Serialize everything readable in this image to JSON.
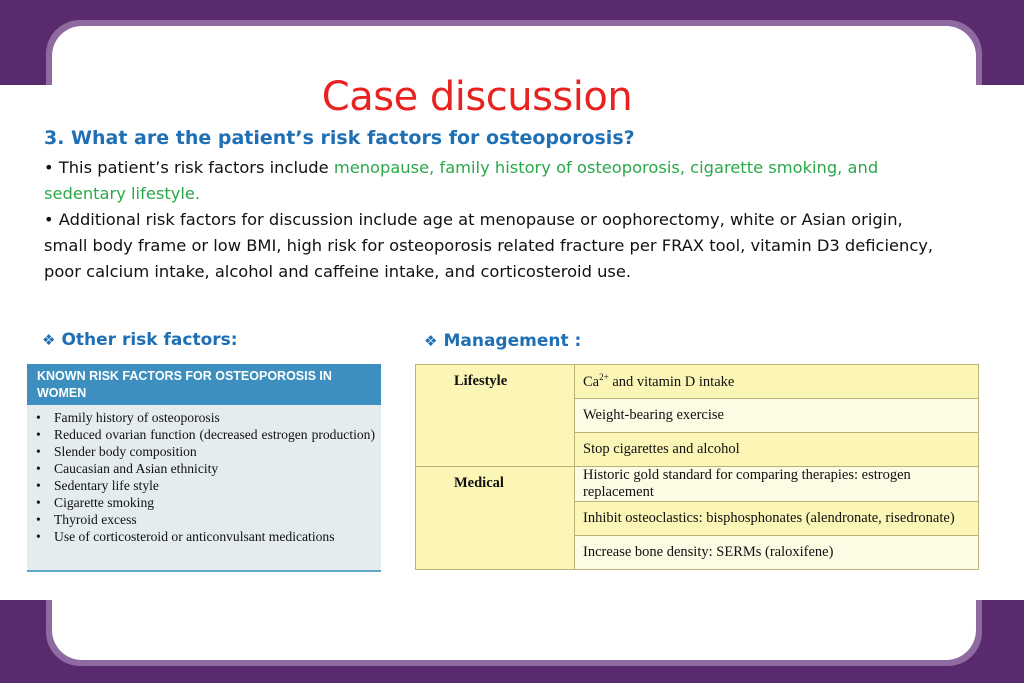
{
  "slide": {
    "title": "Case discussion",
    "question": "3. What are the patient’s risk factors for osteoporosis?",
    "p1_prefix": "• This patient’s risk factors include ",
    "p1_highlight": "menopause, family history of osteoporosis, cigarette smoking, and sedentary lifestyle.",
    "p2": "• Additional risk factors for discussion include age at menopause or oophorectomy, white or Asian origin, small body frame or low BMI, high risk for osteoporosis related fracture per FRAX tool, vitamin D3 deficiency, poor calcium intake, alcohol and caffeine intake, and corticosteroid use.",
    "diamond_glyph": "❖",
    "left_heading": "Other risk factors:",
    "right_heading": "Management :"
  },
  "risk_table": {
    "header": "Known risk factors for osteoporosis in women",
    "bullet": "•",
    "items": [
      "Family history of osteoporosis",
      "Reduced ovarian function (decreased estrogen production)",
      "Slender body composition",
      "Caucasian and Asian ethnicity",
      "Sedentary life style",
      "Cigarette smoking",
      "Thyroid excess",
      "Use of corticosteroid or anticonvulsant medications"
    ]
  },
  "management": {
    "lifestyle_label": "Lifestyle",
    "lifestyle_items": [
      "Ca",
      "and vitamin D intake",
      "Weight-bearing exercise",
      "Stop cigarettes and alcohol"
    ],
    "ca_superscript": "2+",
    "medical_label": "Medical",
    "medical_items": [
      "Historic gold standard for comparing therapies: estrogen replacement",
      "Inhibit osteoclastics: bisphosphonates (alendronate, risedronate)",
      "Increase bone density: SERMs (raloxifene)"
    ]
  },
  "colors": {
    "title": "#e8231f",
    "heading_blue": "#1f6fb5",
    "highlight_green": "#2aa84a",
    "frame_purple": "#5a2a6e",
    "table_header_blue": "#3d8fbf",
    "table_yellow": "#fbf5b6"
  }
}
